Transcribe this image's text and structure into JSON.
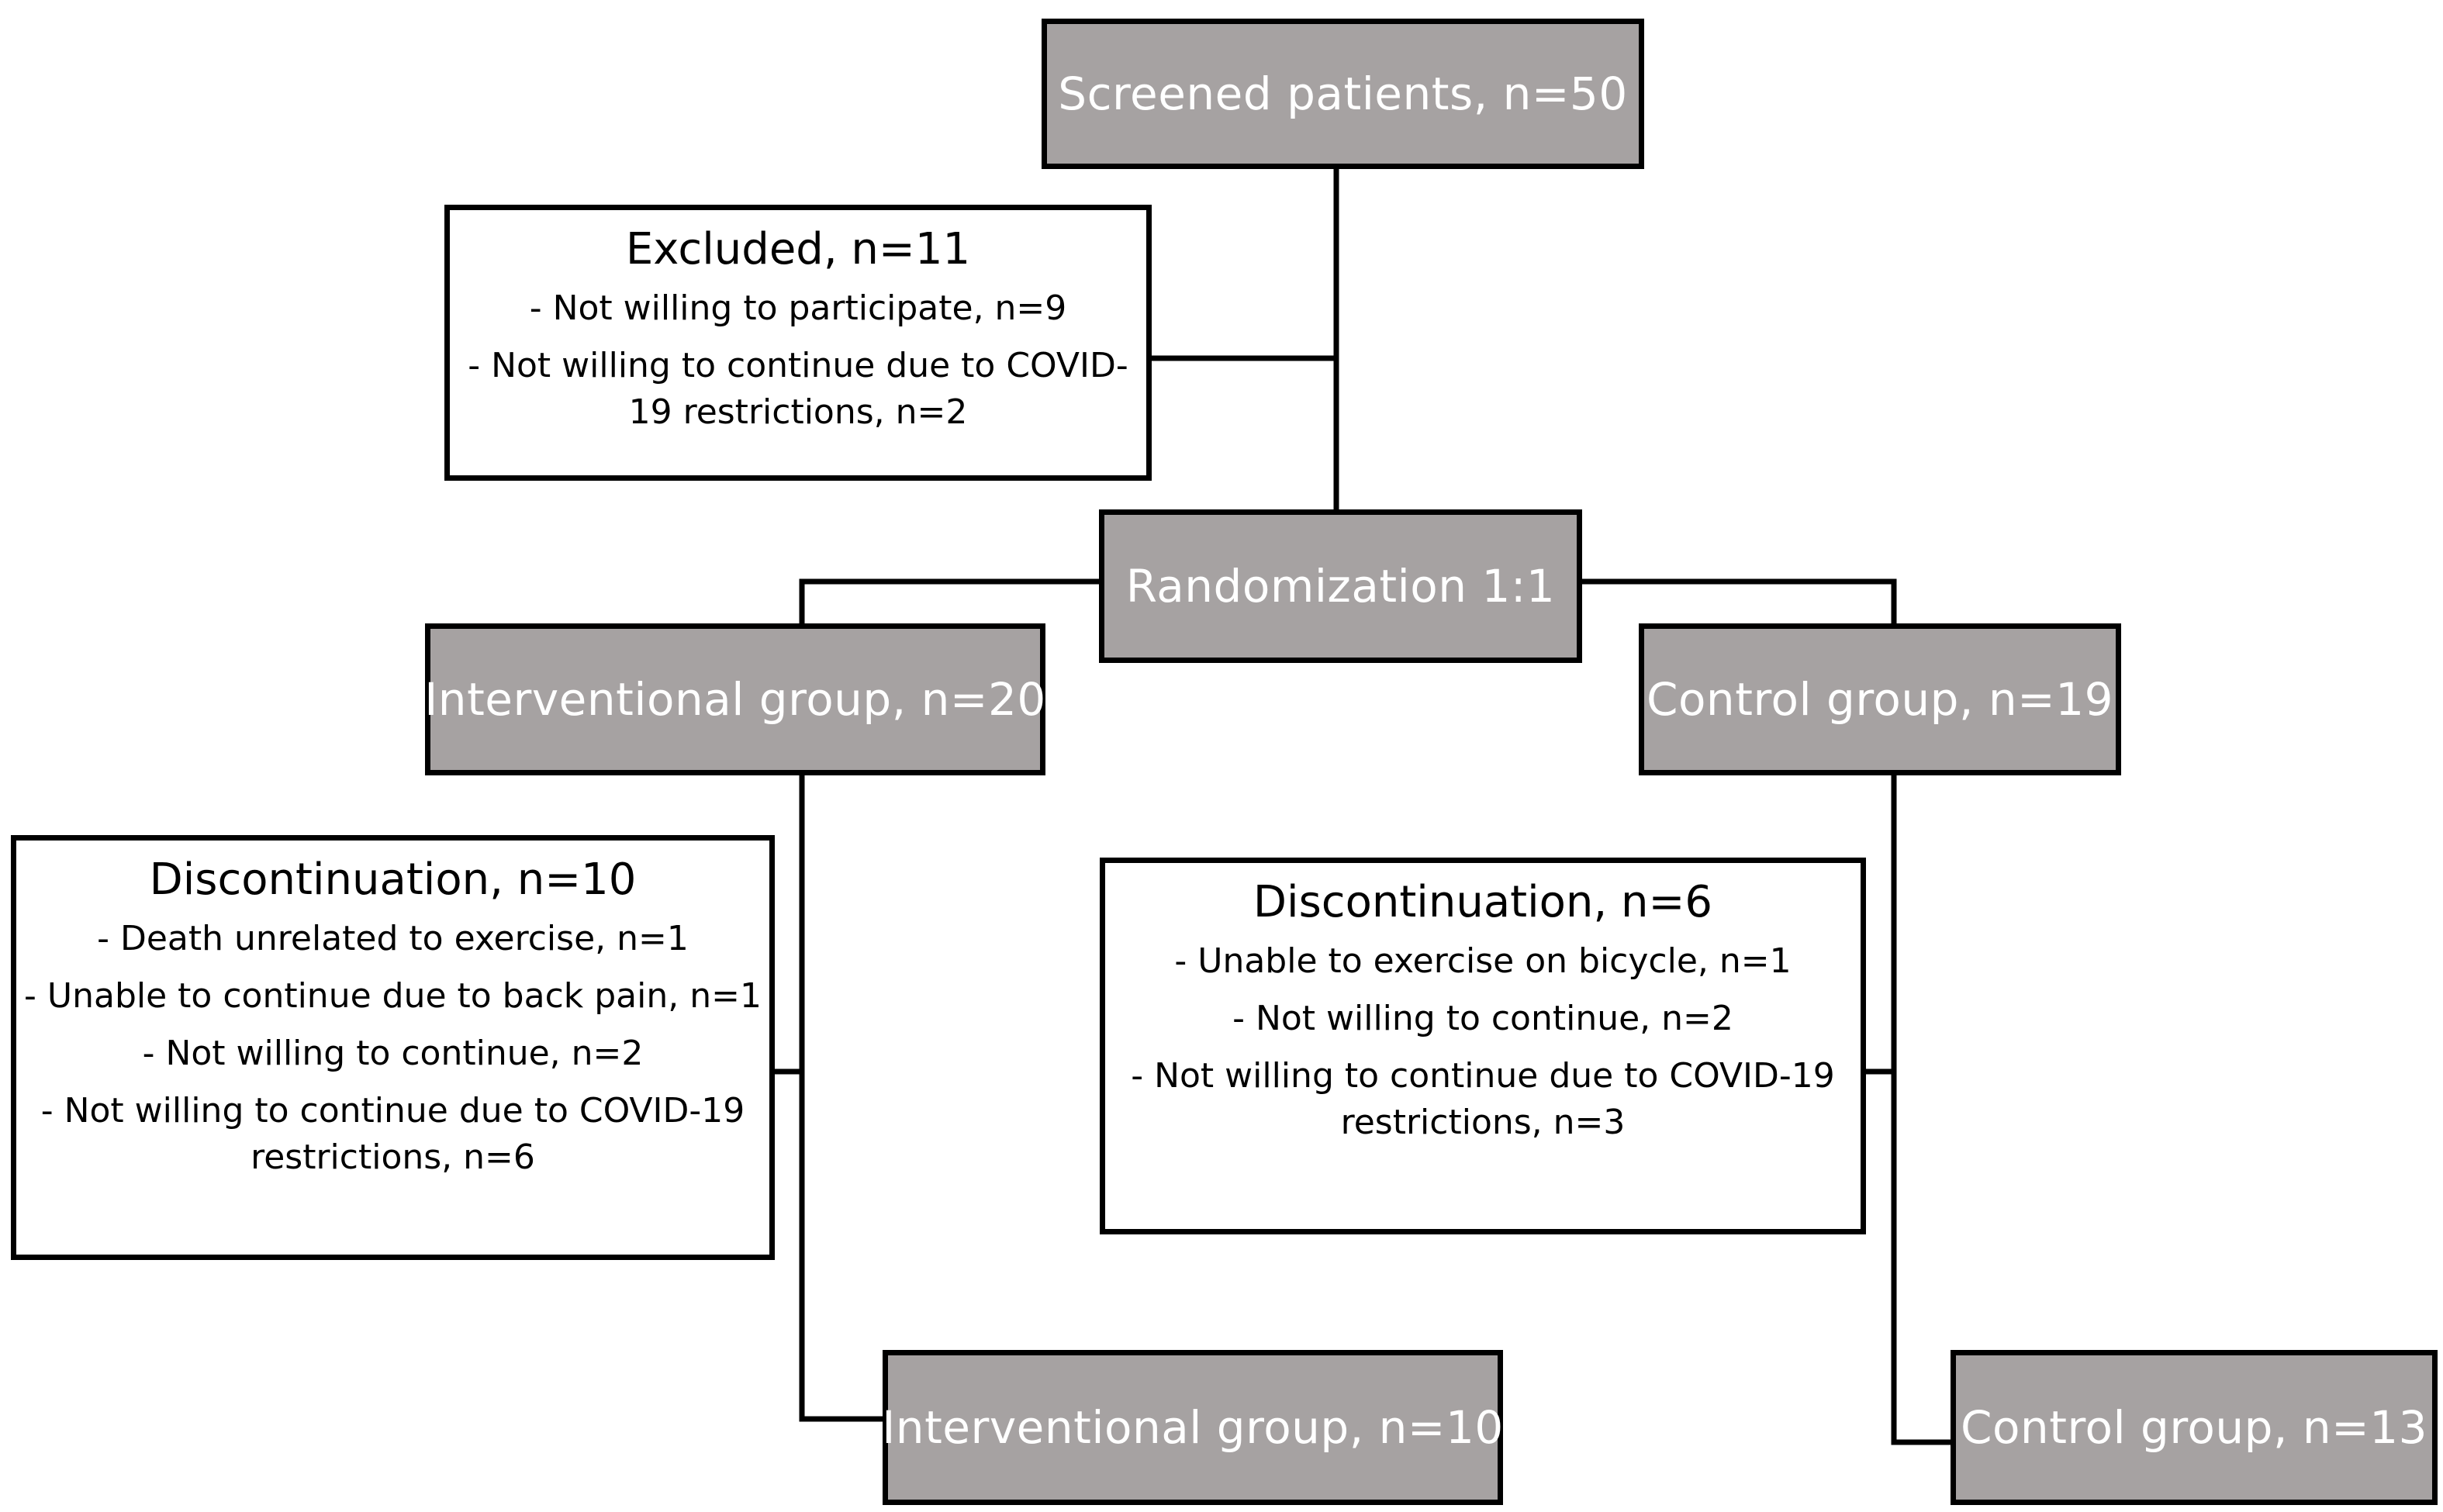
{
  "nodes": {
    "screened": "Screened patients, n=50",
    "excluded": {
      "title": "Excluded, n=11",
      "items": [
        "- Not willing to participate, n=9",
        "- Not willing to continue due to COVID-\n19 restrictions, n=2"
      ]
    },
    "randomization": "Randomization 1:1",
    "intervention_start": "Interventional group, n=20",
    "control_start": "Control group, n=19",
    "disc_intervention": {
      "title": "Discontinuation, n=10",
      "items": [
        "- Death unrelated to exercise, n=1",
        "- Unable to continue due to back pain, n=1",
        "- Not willing to continue, n=2",
        "- Not willing to continue due to COVID-19\nrestrictions, n=6"
      ]
    },
    "disc_control": {
      "title": "Discontinuation, n=6",
      "items": [
        "- Unable to exercise on bicycle, n=1",
        "- Not willing to continue, n=2",
        "- Not willing to continue due to COVID-19\nrestrictions, n=3"
      ]
    },
    "intervention_end": "Interventional group, n=10",
    "control_end": "Control group, n=13"
  },
  "colors": {
    "gray_box": "#a6a2a2",
    "line": "#000000",
    "gray_text": "#ffffff"
  }
}
